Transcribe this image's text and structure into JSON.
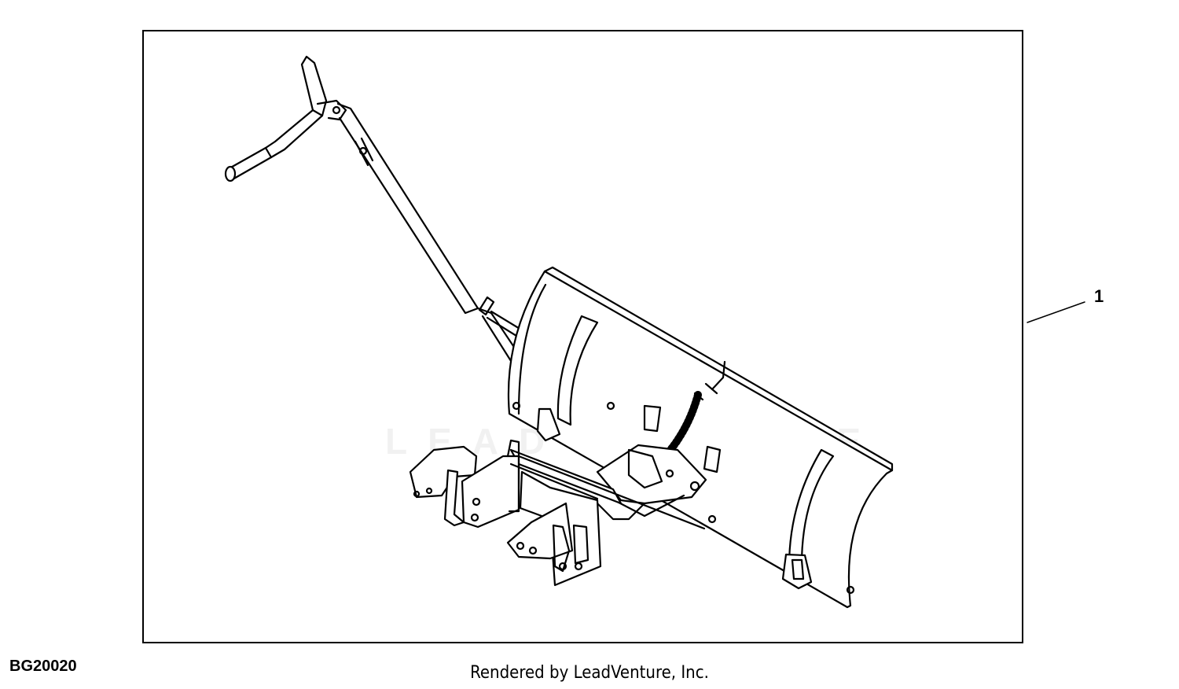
{
  "callout": {
    "label": "1"
  },
  "figure": {
    "id": "BG20020"
  },
  "footer": {
    "credit": "Rendered by LeadVenture, Inc."
  },
  "watermark": {
    "text": "LEADVENTURE"
  },
  "colors": {
    "line": "#000000",
    "background": "#ffffff",
    "watermark": "#f1f1f1"
  }
}
